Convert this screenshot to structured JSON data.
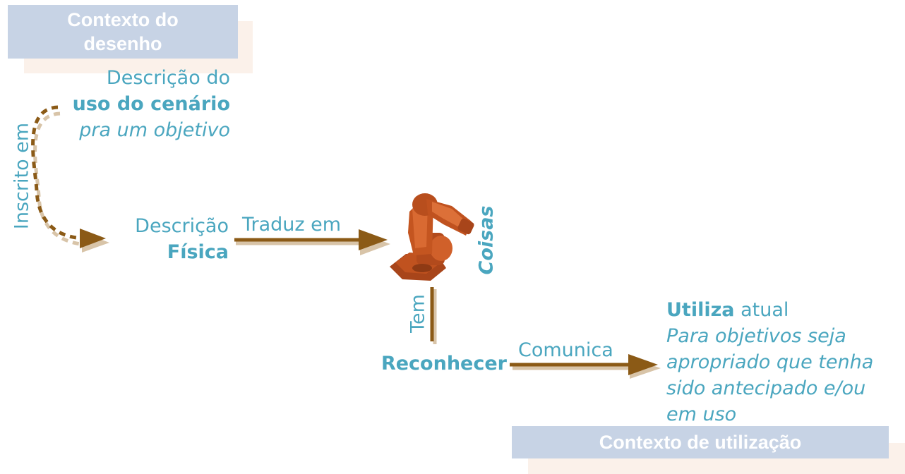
{
  "boxes": {
    "design_context": "Contexto do desenho",
    "usage_context": "Contexto de utilização"
  },
  "scenario": {
    "line1": "Descrição do",
    "line2": "uso do cenário",
    "line3": "pra um objetivo"
  },
  "physical": {
    "line1": "Descrição",
    "line2": "Física"
  },
  "edges": {
    "inscribed": "Inscrito em",
    "translates": "Traduz em",
    "has": "Tem",
    "communicates": "Comunica"
  },
  "things": "Coisas",
  "recognize": "Reconhecer",
  "utilize": {
    "bold": "Utiliza",
    "rest": " atual",
    "line2": "Para objetivos seja",
    "line3": "apropriado que tenha",
    "line4": "sido antecipado e/ou",
    "line5": "em uso"
  },
  "colors": {
    "teal": "#4aa6bf",
    "arrow": "#8b5a16",
    "arrow_shadow": "#d8c4a8",
    "box": "#c7d3e5",
    "robot": "#c0521f"
  },
  "icons": [
    "robot-arm-icon"
  ]
}
